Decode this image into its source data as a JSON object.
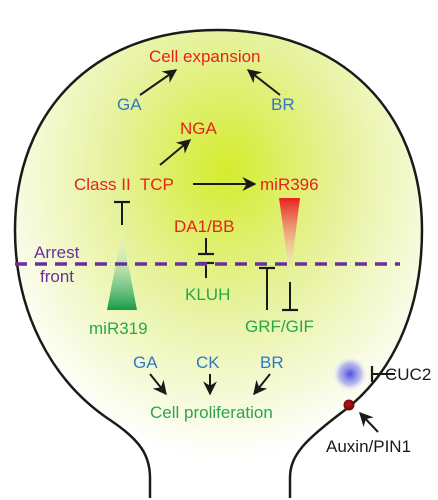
{
  "labels": {
    "cell_expansion": "Cell expansion",
    "ga_top": "GA",
    "br_top": "BR",
    "nga": "NGA",
    "class2_tcp": "Class II  TCP",
    "mir396": "miR396",
    "da1_bb": "DA1/BB",
    "kluh": "KLUH",
    "arrest_front_line1": "Arrest",
    "arrest_front_line2": "front",
    "mir319": "miR319",
    "grf_gif": "GRF/GIF",
    "ga_bottom": "GA",
    "ck_bottom": "CK",
    "br_bottom": "BR",
    "cell_proliferation": "Cell proliferation",
    "cuc2": "CUC2",
    "auxin_pin1": "Auxin/PIN1"
  },
  "colors": {
    "red": "#e8211c",
    "blue": "#2f79c4",
    "green": "#2aa64a",
    "purple": "#6a2f9c",
    "black": "#1a1a1a",
    "leaf_center": "#d6ec3a"
  }
}
